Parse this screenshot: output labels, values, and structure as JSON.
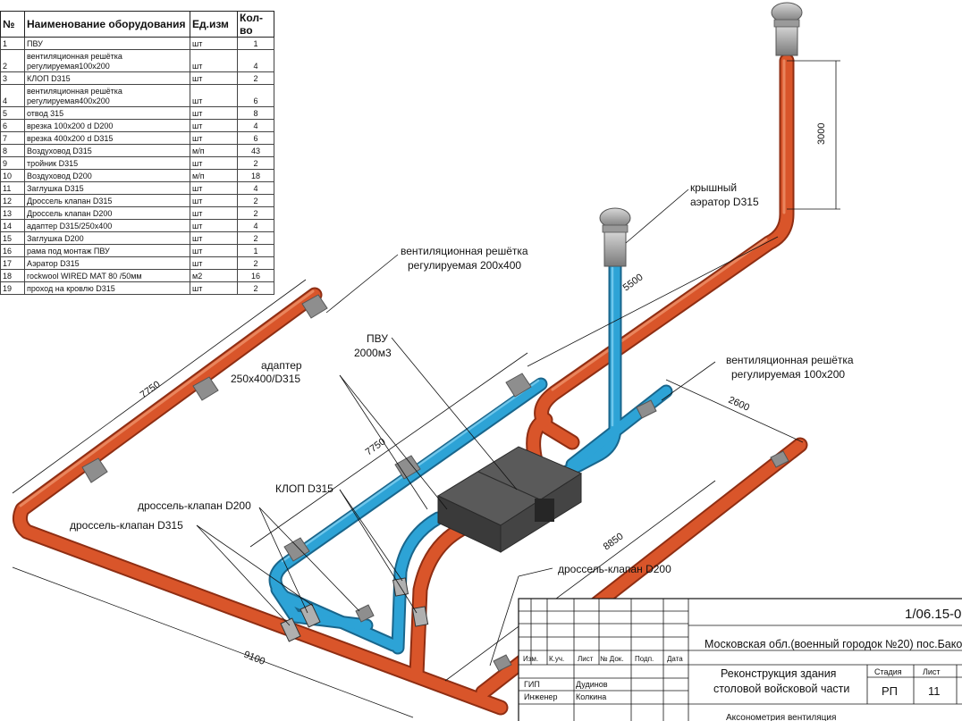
{
  "spec_table": {
    "headers": [
      "№",
      "Наименование оборудования",
      "Ед.изм",
      "Кол-во"
    ],
    "rows": [
      {
        "num": "1",
        "name_lines": [
          "ПВУ"
        ],
        "unit": "шт",
        "qty": "1"
      },
      {
        "num": "2",
        "name_lines": [
          "вентиляционная решётка",
          "регулируемая100х200"
        ],
        "unit": "шт",
        "qty": "4"
      },
      {
        "num": "3",
        "name_lines": [
          "КЛОП D315"
        ],
        "unit": "шт",
        "qty": "2"
      },
      {
        "num": "4",
        "name_lines": [
          "вентиляционная решётка",
          "регулируемая400х200"
        ],
        "unit": "шт",
        "qty": "6"
      },
      {
        "num": "5",
        "name_lines": [
          "отвод 315"
        ],
        "unit": "шт",
        "qty": "8"
      },
      {
        "num": "6",
        "name_lines": [
          "врезка 100х200 d D200"
        ],
        "unit": "шт",
        "qty": "4"
      },
      {
        "num": "7",
        "name_lines": [
          "врезка 400х200 d D315"
        ],
        "unit": "шт",
        "qty": "6"
      },
      {
        "num": "8",
        "name_lines": [
          "Воздуховод D315"
        ],
        "unit": "м/п",
        "qty": "43"
      },
      {
        "num": "9",
        "name_lines": [
          "тройник D315"
        ],
        "unit": "шт",
        "qty": "2"
      },
      {
        "num": "10",
        "name_lines": [
          "Воздуховод D200"
        ],
        "unit": "м/п",
        "qty": "18"
      },
      {
        "num": "11",
        "name_lines": [
          "Заглушка D315"
        ],
        "unit": "шт",
        "qty": "4"
      },
      {
        "num": "12",
        "name_lines": [
          "Дроссель клапан D315"
        ],
        "unit": "шт",
        "qty": "2"
      },
      {
        "num": "13",
        "name_lines": [
          "Дроссель клапан D200"
        ],
        "unit": "шт",
        "qty": "2"
      },
      {
        "num": "14",
        "name_lines": [
          "адаптер D315/250х400"
        ],
        "unit": "шт",
        "qty": "4"
      },
      {
        "num": "15",
        "name_lines": [
          "Заглушка D200"
        ],
        "unit": "шт",
        "qty": "2"
      },
      {
        "num": "16",
        "name_lines": [
          "рама под монтаж ПВУ"
        ],
        "unit": "шт",
        "qty": "1"
      },
      {
        "num": "17",
        "name_lines": [
          "Аэратор  D315"
        ],
        "unit": "шт",
        "qty": "2"
      },
      {
        "num": "18",
        "name_lines": [
          "rockwool WIRED MAT 80 /50мм"
        ],
        "unit": "м2",
        "qty": "16"
      },
      {
        "num": "19",
        "name_lines": [
          "проход на кровлю D315"
        ],
        "unit": "шт",
        "qty": "2"
      }
    ]
  },
  "annotations": {
    "roof_aerator": [
      "крышный",
      "аэратор D315"
    ],
    "grille_200x400": [
      "вентиляционная решётка",
      "регулируемая 200х400"
    ],
    "pvu": [
      "ПВУ",
      "2000м3"
    ],
    "adapter": [
      "адаптер",
      "250х400/D315"
    ],
    "grille_100x200": [
      "вентиляционная решётка",
      "регулируемая 100х200"
    ],
    "klop": "КЛОП D315",
    "throttle_d200_left": "дроссель-клапан D200",
    "throttle_d315": "дроссель-клапан D315",
    "throttle_d200_right": "дроссель-клапан D200"
  },
  "dimensions": {
    "d3000": "3000",
    "d5500": "5500",
    "d7750_left": "7750",
    "d7750_mid": "7750",
    "d2600": "2600",
    "d8850": "8850",
    "d9100": "9100"
  },
  "title_block": {
    "doc_code": "1/06.15-0",
    "location": "Московская обл.(военный городок №20) пос.Бако",
    "project_lines": [
      "Реконструкция здания",
      "столовой войсковой части"
    ],
    "col_headers": [
      "Изм.",
      "К.уч.",
      "Лист",
      "№ Док.",
      "Подп.",
      "Дата"
    ],
    "roles": [
      {
        "role": "ГИП",
        "name": "Дудинов"
      },
      {
        "role": "Инженер",
        "name": "Колкина"
      }
    ],
    "stage_header": "Стадия",
    "sheet_header": "Лист",
    "stage_value": "РП",
    "sheet_value": "11",
    "bottom_text": "Аксонометрия вентиляция"
  },
  "colors": {
    "orange": "#d9552a",
    "orange_dark": "#a8381a",
    "blue": "#2da3d6",
    "blue_dark": "#1f7ba8",
    "pvu": "#474747",
    "grille": "#8e8e8e"
  }
}
